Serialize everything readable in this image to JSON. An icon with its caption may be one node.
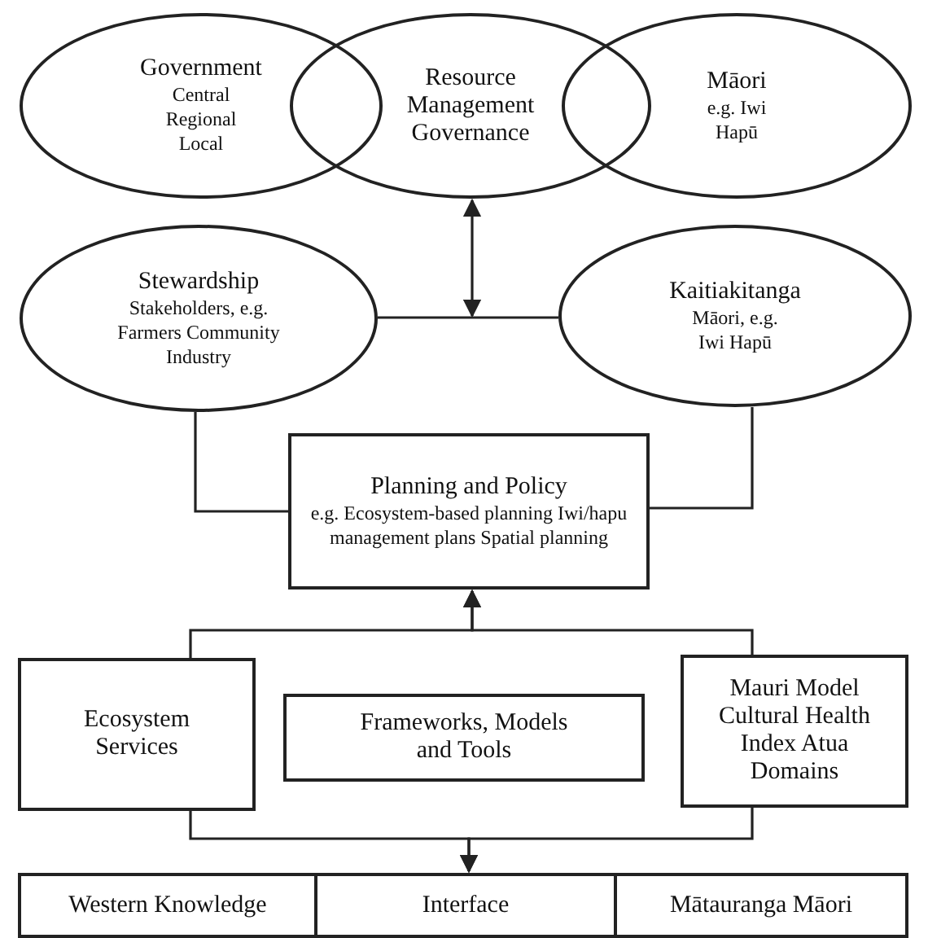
{
  "diagram": {
    "nodes": [
      {
        "text": [
          "Government",
          "Central Regional Local"
        ]
      },
      {
        "text": [
          "Resource Management Governance"
        ]
      },
      {
        "text": [
          "Māori",
          "e.g. Iwi Hapū"
        ]
      },
      {
        "text": [
          "Stewardship",
          "Stakeholders, e.g. Farmers Community Industry"
        ]
      },
      {
        "text": [
          "Kaitiakitanga",
          "Māori, e.g. Iwi Hapū"
        ]
      },
      {
        "text": [
          "Planning and Policy",
          "e.g. Ecosystem-based planning Iwi/hapu management plans Spatial planning"
        ]
      },
      {
        "text": [
          "Ecosystem Services"
        ]
      },
      {
        "text": [
          "Frameworks, Models and Tools"
        ]
      },
      {
        "text": [
          "Mauri Model Cultural Health Index Atua Domains"
        ]
      },
      {
        "text": [
          "Western Knowledge"
        ]
      },
      {
        "text": [
          "Interface"
        ]
      },
      {
        "text": [
          "Mātauranga Māori"
        ]
      }
    ],
    "edges": [
      {
        "from": 1,
        "to": null,
        "arrow": "both"
      },
      {
        "from": 3,
        "to": 4,
        "arrow": "none"
      },
      {
        "from": 3,
        "to": 5,
        "arrow": "none"
      },
      {
        "from": 4,
        "to": 5,
        "arrow": "none"
      },
      {
        "from": 6,
        "to": 5,
        "arrow": "to"
      },
      {
        "from": 8,
        "to": 5,
        "arrow": "to"
      },
      {
        "from": 6,
        "to": 10,
        "arrow": "to"
      },
      {
        "from": 8,
        "to": 10,
        "arrow": "to"
      }
    ]
  }
}
